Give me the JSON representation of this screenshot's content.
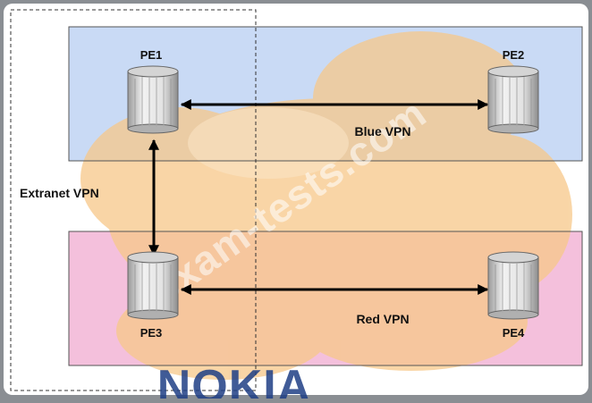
{
  "diagram": {
    "extranet_label": "Extranet VPN",
    "blue_vpn_label": "Blue VPN",
    "red_vpn_label": "Red VPN",
    "routers": [
      {
        "id": "pe1",
        "label": "PE1"
      },
      {
        "id": "pe2",
        "label": "PE2"
      },
      {
        "id": "pe3",
        "label": "PE3"
      },
      {
        "id": "pe4",
        "label": "PE4"
      }
    ],
    "watermark": "exam-tests.com",
    "logo": "NOKIA"
  },
  "colors": {
    "background": "#ffffff",
    "frame": "#8a8e93",
    "blue_region": "#c9daf5",
    "red_region": "#f4c0dc",
    "cloud": "#f7c889",
    "logo": "#1f3f86",
    "arrow": "#000000"
  },
  "icons": {
    "router": "router-cylinder-icon"
  }
}
